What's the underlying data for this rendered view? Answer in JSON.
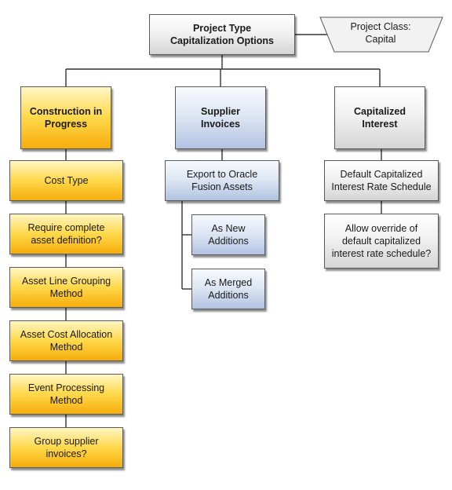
{
  "root": {
    "title": "Project Type\nCapitalization Options"
  },
  "project_class": {
    "label": "Project Class:\nCapital"
  },
  "columns": [
    {
      "title": "Construction in\nProgress",
      "items": [
        "Cost Type",
        "Require complete\nasset definition?",
        "Asset Line Grouping\nMethod",
        "Asset Cost Allocation\nMethod",
        "Event Processing\nMethod",
        "Group supplier\ninvoices?"
      ]
    },
    {
      "title": "Supplier Invoices",
      "items": [
        "Export to Oracle\nFusion Assets"
      ],
      "sub_items": [
        "As New\nAdditions",
        "As Merged\nAdditions"
      ]
    },
    {
      "title": "Capitalized\nInterest",
      "items": [
        "Default Capitalized\nInterest Rate Schedule",
        "Allow override of\ndefault capitalized\ninterest rate schedule?"
      ]
    }
  ],
  "colors": {
    "construction": "#f9b819",
    "supplier": "#b8c8e6",
    "capitalized": "#d5d5d5",
    "line": "#333333"
  }
}
